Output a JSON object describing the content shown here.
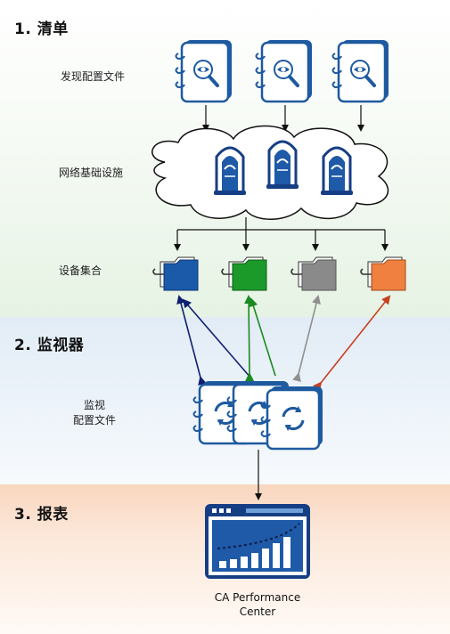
{
  "sections": {
    "inventory": "1. 清单",
    "monitor": "2. 监视器",
    "report": "3. 报表"
  },
  "labels": {
    "discovery_profiles": "发现配置文件",
    "network_infrastructure": "网络基础设施",
    "device_collections": "设备集合",
    "monitoring": "监视",
    "profiles": "配置文件",
    "ca_performance": "CA Performance",
    "center": "Center"
  },
  "colors": {
    "folder_blue": "#1a5aa8",
    "folder_green": "#1b9a2a",
    "folder_gray": "#8a8a8a",
    "folder_orange": "#f08040",
    "arrow_navy": "#102070",
    "arrow_green": "#1b8a20",
    "arrow_gray": "#909090",
    "arrow_red": "#c84020"
  }
}
